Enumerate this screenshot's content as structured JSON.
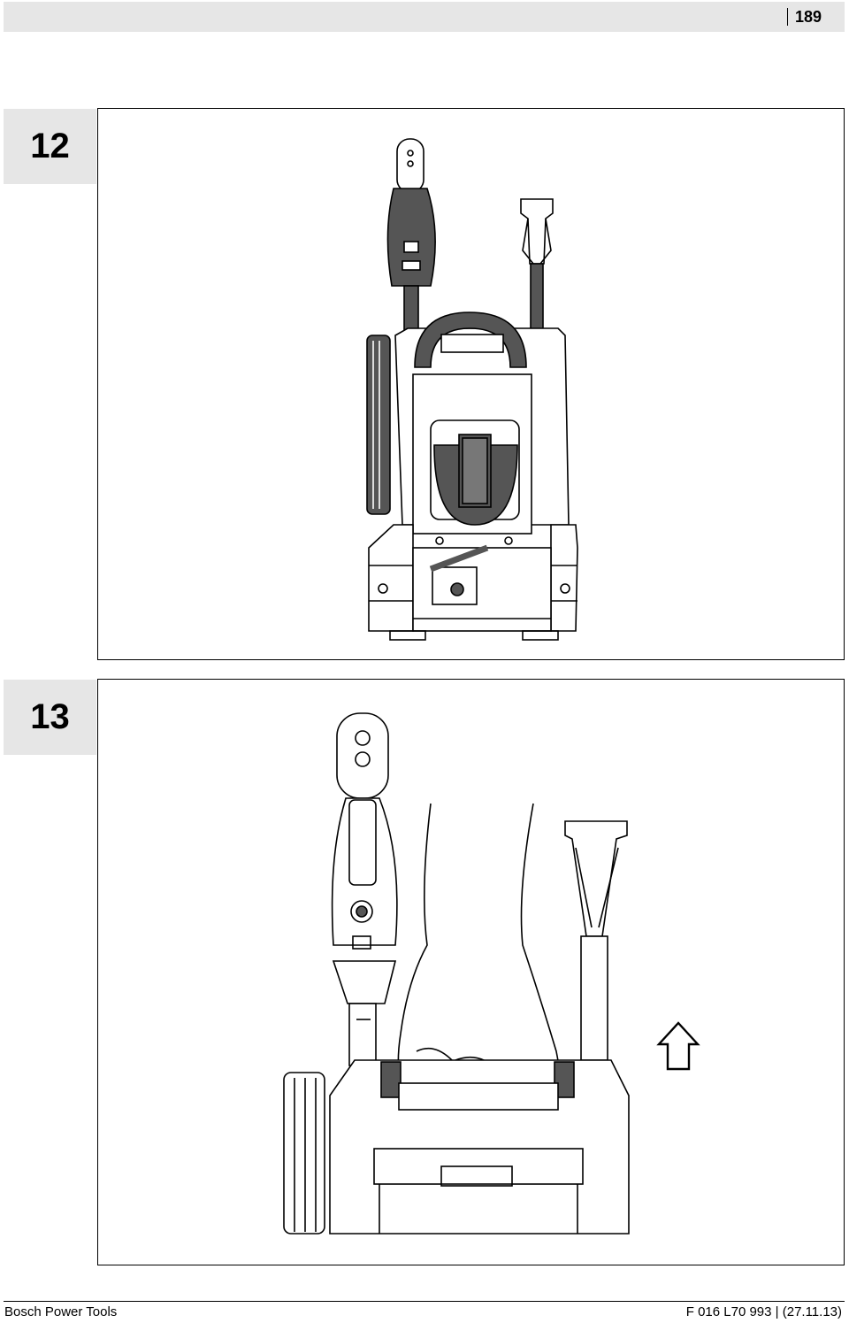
{
  "header": {
    "page_number": "189"
  },
  "figures": [
    {
      "number": "12"
    },
    {
      "number": "13"
    }
  ],
  "footer": {
    "publisher": "Bosch Power Tools",
    "doc_code": "F 016 L70 993 | (27.11.13)"
  }
}
